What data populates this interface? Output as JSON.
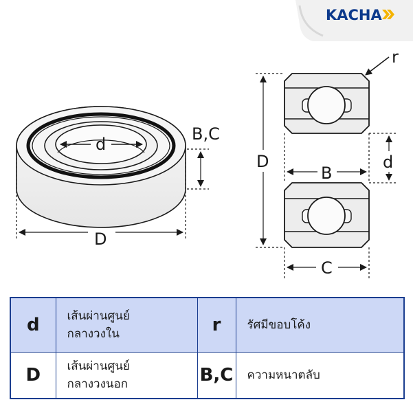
{
  "brand": {
    "name": "KACHA"
  },
  "diagram": {
    "left": {
      "label_d": "d",
      "label_bc": "B,C",
      "label_D": "D"
    },
    "right": {
      "label_r": "r",
      "label_D": "D",
      "label_d": "d",
      "label_B": "B",
      "label_C": "C"
    }
  },
  "legend": {
    "rows": [
      [
        {
          "symbol": "d",
          "lines": [
            "เส้นผ่านศูนย์",
            "กลางวงใน"
          ]
        },
        {
          "symbol": "r",
          "lines": [
            "รัศมีขอบโค้ง"
          ]
        }
      ],
      [
        {
          "symbol": "D",
          "lines": [
            "เส้นผ่านศูนย์",
            "กลางวงนอก"
          ]
        },
        {
          "symbol": "B,C",
          "lines": [
            "ความหนาตลับ"
          ]
        }
      ]
    ]
  },
  "colors": {
    "legend_border": "#1a3d8f",
    "legend_header_bg": "#cdd8f6",
    "brand_text": "#0d3a8c",
    "brand_accent": "#f5b400",
    "bearing_fill": "#f3f3f3",
    "line": "#1a1a1a"
  }
}
